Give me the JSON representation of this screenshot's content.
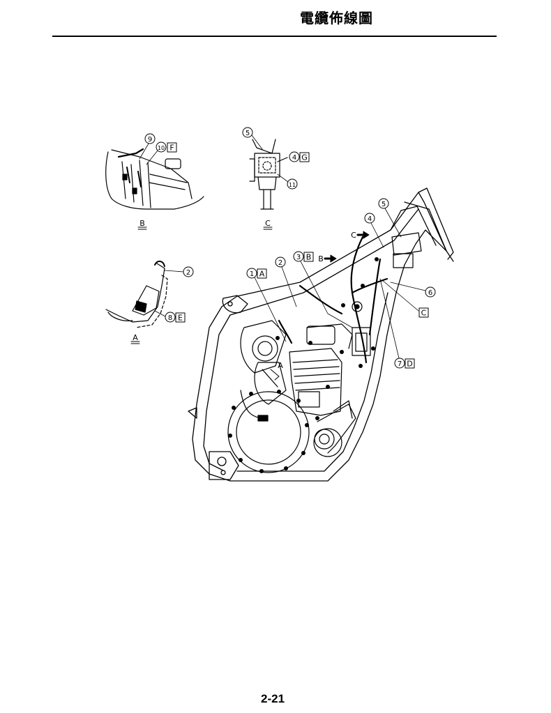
{
  "header": {
    "title": "電纜佈線圖"
  },
  "footer": {
    "page_number": "2-21"
  },
  "views": {
    "A": {
      "label": "A",
      "callouts": {
        "c2": "2",
        "c8": "8",
        "c8_box": "E"
      }
    },
    "B": {
      "label": "B",
      "callouts": {
        "c9": "9",
        "c10": "10",
        "c10_box": "F"
      }
    },
    "C": {
      "label": "C",
      "callouts": {
        "c5": "5",
        "c4": "4",
        "c4_box": "G",
        "c11": "11"
      }
    }
  },
  "main": {
    "callouts": {
      "c1": "1",
      "c1_box": "A",
      "c2": "2",
      "c3": "3",
      "c3_box": "B",
      "c4": "4",
      "c5": "5",
      "c6": "6",
      "c6_box": "C",
      "c7": "7",
      "c7_box": "D"
    },
    "arrows": {
      "b": "B",
      "c": "C"
    },
    "view_marker": "A"
  }
}
